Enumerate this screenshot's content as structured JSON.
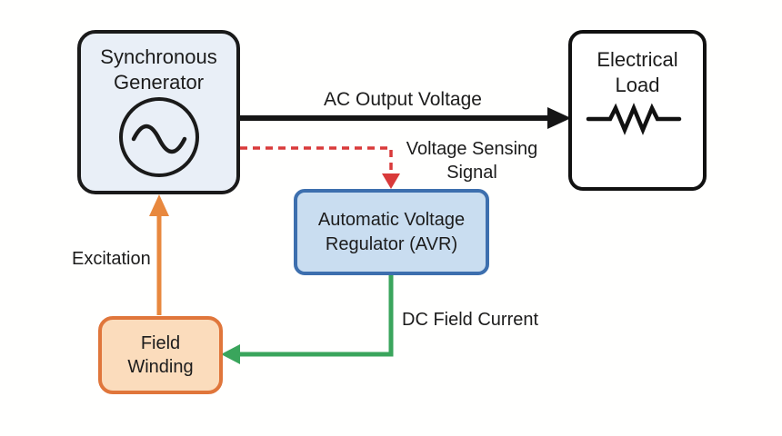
{
  "canvas": {
    "background": "#ffffff"
  },
  "nodes": {
    "generator": {
      "line1": "Synchronous",
      "line2": "Generator",
      "fill": "#e9eff7",
      "border_color": "#1a1a1a",
      "symbol": "ac-sine-source-icon"
    },
    "load": {
      "line1": "Electrical",
      "line2": "Load",
      "fill": "#ffffff",
      "border_color": "#111111",
      "symbol": "resistor-icon"
    },
    "avr": {
      "line1": "Automatic Voltage",
      "line2": "Regulator (AVR)",
      "fill": "#c9ddf0",
      "border_color": "#3d6fae"
    },
    "field_winding": {
      "line1": "Field",
      "line2": "Winding",
      "fill": "#fbdcbc",
      "border_color": "#e0763b"
    }
  },
  "edges": {
    "ac_output": {
      "label": "AC Output Voltage",
      "color": "#151515",
      "style": "solid",
      "from": "generator",
      "to": "load"
    },
    "voltage_sensing": {
      "line1": "Voltage Sensing",
      "line2": "Signal",
      "color": "#d93a3a",
      "style": "dashed",
      "from": "generator",
      "to": "avr"
    },
    "dc_field_current": {
      "label": "DC Field Current",
      "color": "#3aa55c",
      "style": "solid",
      "from": "avr",
      "to": "field_winding"
    },
    "excitation": {
      "label": "Excitation",
      "color": "#e8883e",
      "style": "solid",
      "from": "field_winding",
      "to": "generator"
    }
  }
}
